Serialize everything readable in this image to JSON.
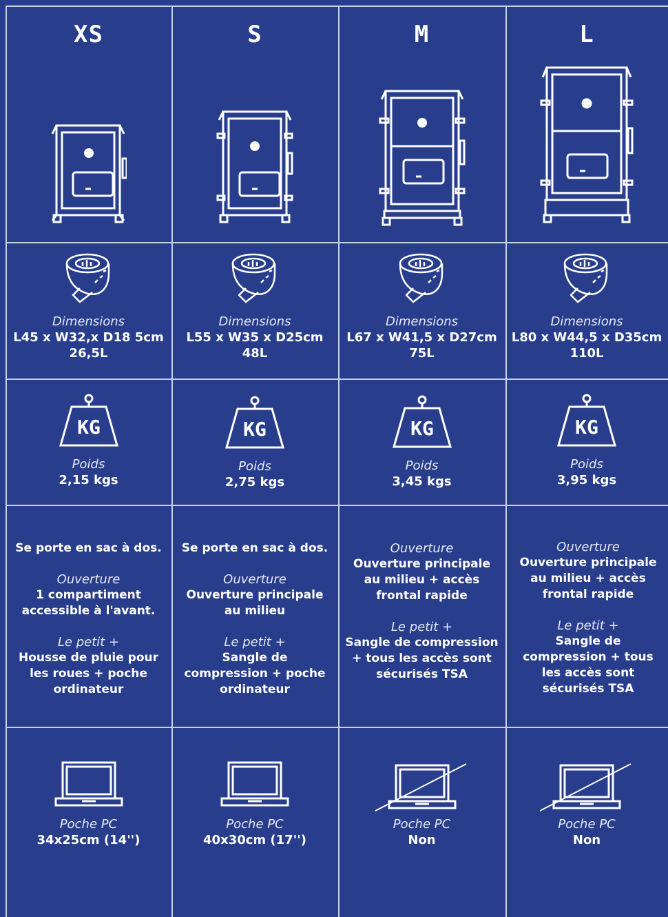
{
  "columns": [
    {
      "size": "XS",
      "dimensions_label": "Dimensions",
      "dimensions_value": "L45 x W32,x D18 5cm",
      "volume": "26,5L",
      "weight_label": "Poids",
      "weight_value": "2,15 kgs",
      "portage": "Se porte en sac à dos.",
      "opening_label": "Ouverture",
      "opening_value": "1 compartiment accessible à l'avant.",
      "bonus_label": "Le petit +",
      "bonus_value": "Housse de pluie pour les roues + poche ordinateur",
      "pc_label": "Poche PC",
      "pc_value": "34x25cm (14'')",
      "pc_available": true
    },
    {
      "size": "S",
      "dimensions_label": "Dimensions",
      "dimensions_value": "L55 x W35 x D25cm",
      "volume": "48L",
      "weight_label": "Poids",
      "weight_value": "2,75 kgs",
      "portage": "Se porte en sac à dos.",
      "opening_label": "Ouverture",
      "opening_value": "Ouverture principale au milieu",
      "bonus_label": "Le petit +",
      "bonus_value": "Sangle de compression + poche ordinateur",
      "pc_label": "Poche PC",
      "pc_value": "40x30cm (17'')",
      "pc_available": true
    },
    {
      "size": "M",
      "dimensions_label": "Dimensions",
      "dimensions_value": "L67 x W41,5 x D27cm",
      "volume": "75L",
      "weight_label": "Poids",
      "weight_value": "3,45 kgs",
      "portage": "",
      "opening_label": "Ouverture",
      "opening_value": "Ouverture principale au milieu + accès frontal rapide",
      "bonus_label": "Le petit +",
      "bonus_value": "Sangle de compression + tous les accès sont sécurisés TSA",
      "pc_label": "Poche PC",
      "pc_value": "Non",
      "pc_available": false
    },
    {
      "size": "L",
      "dimensions_label": "Dimensions",
      "dimensions_value": "L80 x W44,5 x D35cm",
      "volume": "110L",
      "weight_label": "Poids",
      "weight_value": "3,95 kgs",
      "portage": "",
      "opening_label": "Ouverture",
      "opening_value": "Ouverture principale au milieu + accès frontal rapide",
      "bonus_label": "Le petit +",
      "bonus_value": "Sangle de compression + tous les accès sont sécurisés TSA",
      "pc_label": "Poche PC",
      "pc_value": "Non",
      "pc_available": false
    }
  ],
  "icons": {
    "bag": "suitcase-icon",
    "tape": "measuring-tape-icon",
    "weight": "weight-kg-icon",
    "weight_text": "KG",
    "laptop": "laptop-icon",
    "laptop_crossed": "laptop-crossed-icon"
  },
  "colors": {
    "background": "#283d8c",
    "lines": "#c9cfe4",
    "text": "#ffffff"
  }
}
